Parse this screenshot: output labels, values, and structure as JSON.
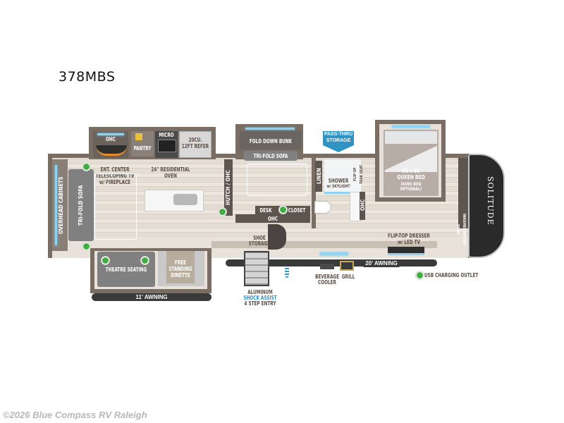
{
  "model": "378MBS",
  "brand": "SOLITUDE",
  "footer": "©2026 Blue Compass RV Raleigh",
  "legend": {
    "usb_label": "USB CHARGING OUTLET",
    "usb_color": "#3fae3f"
  },
  "labels": {
    "ohc": "OHC",
    "pantry": "PANTRY",
    "micro": "MICRO",
    "refer_1": "20CU.",
    "refer_2": "12FT REFER",
    "ent_1": "ENT. CENTER",
    "ent_2": "TELESCOPING TV",
    "ent_3": "w/ FIREPLACE",
    "oven_1": "24\" RESIDENTIAL",
    "oven_2": "OVEN",
    "overhead_cabinets": "OVERHEAD CABINETS",
    "trifold_sofa": "TRI-FOLD SOFA",
    "theatre_seating": "THEATRE SEATING",
    "dinette_1": "FREE",
    "dinette_2": "STANDING",
    "dinette_3": "DINETTE",
    "awning_11": "11' AWNING",
    "awning_20": "20' AWNING",
    "hutch": "HUTCH / OHC",
    "fold_down_bunk": "FOLD DOWN BUNK",
    "bunk_sofa": "TRI-FOLD SOFA",
    "desk": "DESK",
    "closet": "CLOSET",
    "bunk_ohc": "OHC",
    "shoe_1": "SHOE",
    "shoe_2": "STORAGE",
    "entry_1": "ALUMINUM",
    "entry_2": "SHOCK ASSIST",
    "entry_3": "4 STEP ENTRY",
    "pass_1": "PASS-THRU",
    "pass_2": "STORAGE",
    "linen": "LINEN",
    "shower_1": "SHOWER",
    "shower_2": "w/ SKYLIGHT",
    "teak_seat": "FLIP UP TEAK SEAT",
    "bath_ohc": "OHC",
    "bev_1": "BEVERAGE",
    "bev_2": "COOLER",
    "grill": "GRILL",
    "bed_1": "60 x 80",
    "bed_2": "QUEEN BED",
    "bed_3": "(KING BED",
    "bed_4": "OPTIONAL)",
    "dresser_1": "FLIP-TOP DRESSER",
    "dresser_2": "w/ LED TV",
    "washer": "WASHER/DRYER PREP"
  }
}
